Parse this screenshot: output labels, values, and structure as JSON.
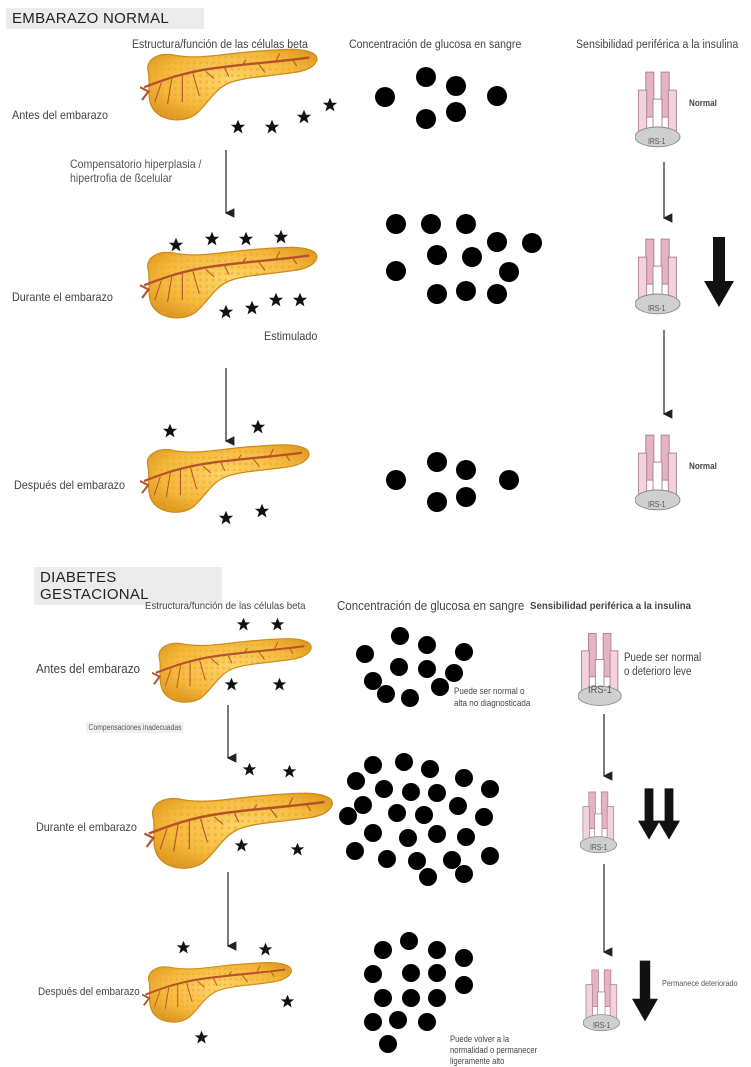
{
  "normal": {
    "title": "EMBARAZO NORMAL",
    "col_beta": "Estructura/función de las células beta",
    "col_glucose": "Concentración de glucosa en sangre",
    "col_insulin": "Sensibilidad periférica a la insulina",
    "row_before": "Antes del embarazo",
    "row_during": "Durante el embarazo",
    "row_after": "Después del embarazo",
    "compensation_note": "Compensatorio hiperplasia / hipertrofia de ßcelular",
    "stimulated": "Estimulado",
    "receptor_label": "IRS-1",
    "sens_before": "Normal",
    "sens_after": "Normal"
  },
  "gestational": {
    "title": "DIABETES GESTACIONAL",
    "col_beta": "Estructura/función de las células beta",
    "col_glucose": "Concentración de glucosa en sangre",
    "col_insulin": "Sensibilidad periférica a la insulina",
    "row_before": "Antes del embarazo",
    "row_during": "Durante el embarazo",
    "row_after": "Después del embarazo",
    "compensation_note": "Compensaciones inadecuadas",
    "glucose_before_note": "Puede ser normal o alta no diagnosticada",
    "glucose_after_note": "Puede volver a la normalidad o permanecer ligeramente alto",
    "sens_before": "Puede ser normal o deterioro leve",
    "sens_after": "Permanece deteriorado",
    "receptor_label": "IRS-1"
  },
  "colors": {
    "pancreas": "#f4b73a",
    "pancreas_edge": "#c98a18",
    "duct": "#b4532a",
    "receptor": "#e3b4c4",
    "receptor_edge": "#b07a8c",
    "irs": "#cfcfcf"
  }
}
